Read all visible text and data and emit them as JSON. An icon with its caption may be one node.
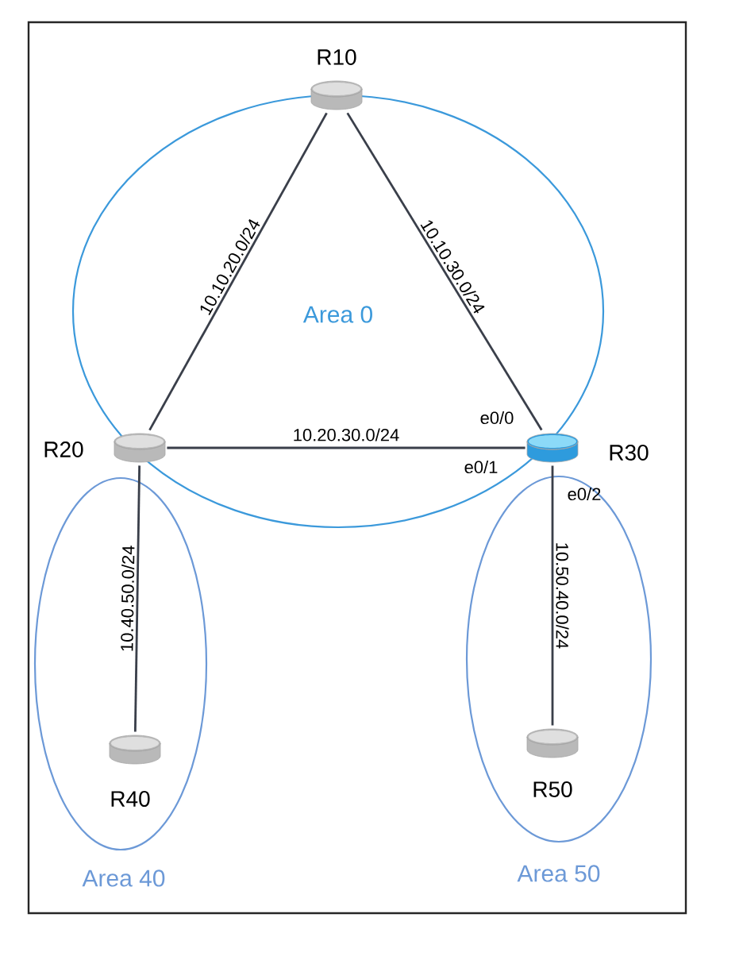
{
  "diagram": {
    "nodes": [
      {
        "text": [
          "Area 0"
        ]
      },
      {
        "text": [
          "R10"
        ]
      },
      {
        "text": [
          "R20"
        ]
      },
      {
        "text": [
          "R30"
        ]
      },
      {
        "text": [
          "Area 40"
        ]
      },
      {
        "text": [
          "R40"
        ],
        "in": 4
      },
      {
        "text": [
          "Area 50"
        ]
      },
      {
        "text": [
          "R50"
        ],
        "in": 6
      }
    ],
    "edges": [
      {
        "from": 2,
        "to": 1,
        "arrow": "none",
        "label": "10.10.20.0/24"
      },
      {
        "from": 1,
        "to": 3,
        "arrow": "none",
        "label": "10.10.30.0/24"
      },
      {
        "from": 2,
        "to": 3,
        "arrow": "none",
        "label": "10.20.30.0/24"
      },
      {
        "from": 5,
        "to": 2,
        "arrow": "none",
        "label": "10.40.50.0/24"
      },
      {
        "from": 3,
        "to": 7,
        "arrow": "none",
        "label": "10.50.40.0/24"
      }
    ],
    "labels": [
      "e0/0",
      "e0/1",
      "e0/2"
    ]
  }
}
